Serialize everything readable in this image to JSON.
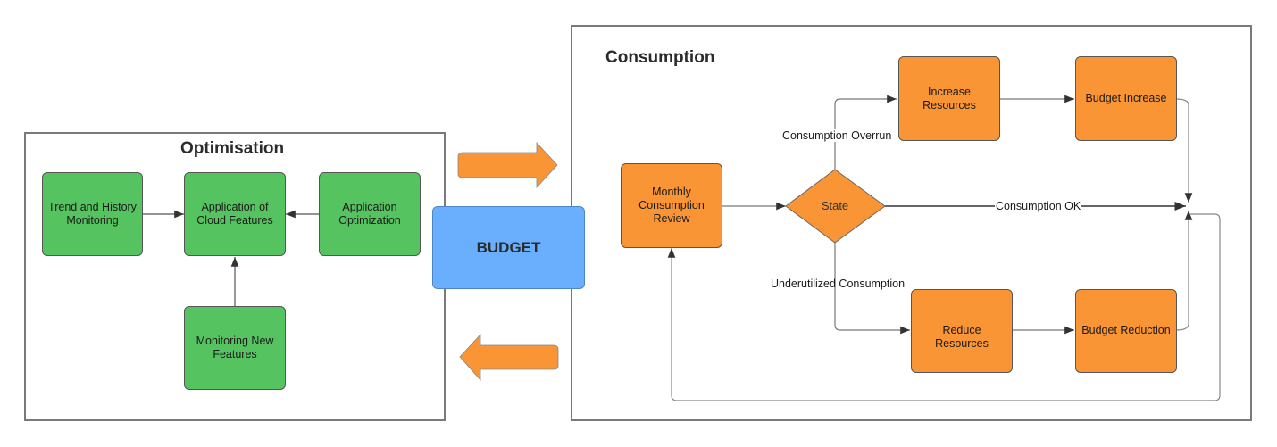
{
  "optimisation": {
    "title": "Optimisation",
    "nodes": {
      "trend": "Trend and History Monitoring",
      "cloud_features": "Application of Cloud Features",
      "app_optimization": "Application Optimization",
      "new_features": "Monitoring New Features"
    }
  },
  "budget": {
    "label": "BUDGET"
  },
  "consumption": {
    "title": "Consumption",
    "nodes": {
      "review": "Monthly Consumption Review",
      "state": "State",
      "increase_resources": "Increase Resources",
      "budget_increase": "Budget Increase",
      "reduce_resources": "Reduce Resources",
      "budget_reduction": "Budget Reduction"
    },
    "edge_labels": {
      "overrun": "Consumption Overrun",
      "ok": "Consumption OK",
      "underutilized": "Underutilized Consumption"
    }
  },
  "colors": {
    "green": "#55C35F",
    "orange": "#F99534",
    "blue": "#6AAFFD",
    "frame": "#7A7A7A"
  }
}
